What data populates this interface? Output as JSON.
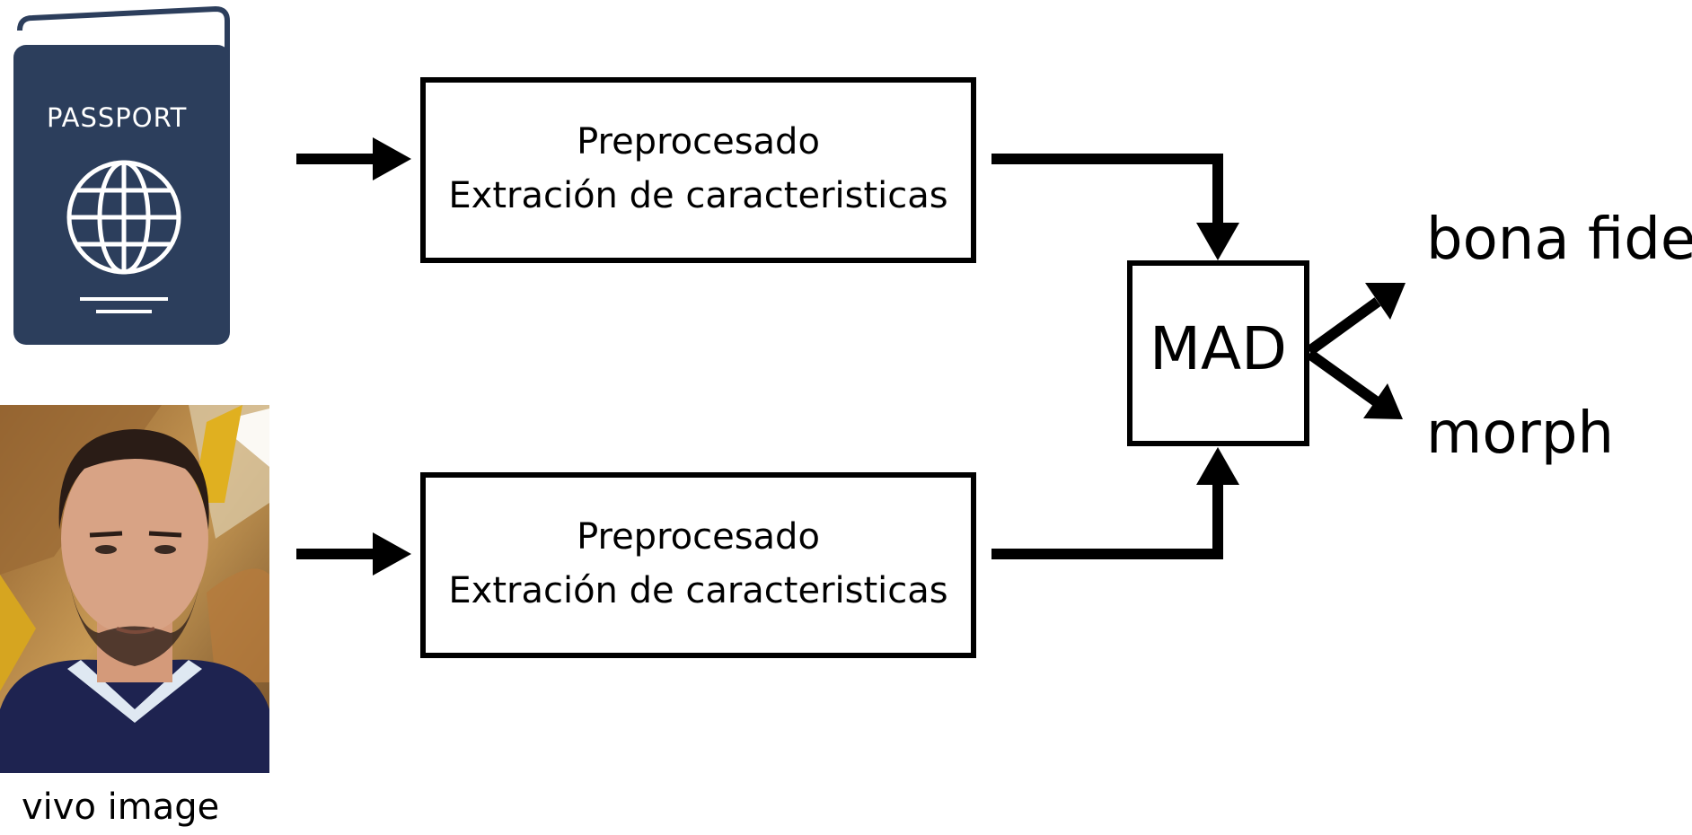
{
  "passport": {
    "title": "PASSPORT",
    "color": "#2c3e5c"
  },
  "photo": {
    "caption": "vivo image"
  },
  "pipeline": {
    "top_box": {
      "line1": "Preprocesado",
      "line2": "Extración de caracteristicas"
    },
    "bottom_box": {
      "line1": "Preprocesado",
      "line2": "Extración de caracteristicas"
    },
    "detector": "MAD"
  },
  "outputs": {
    "bona_fide": "bona fide",
    "morph": "morph"
  }
}
